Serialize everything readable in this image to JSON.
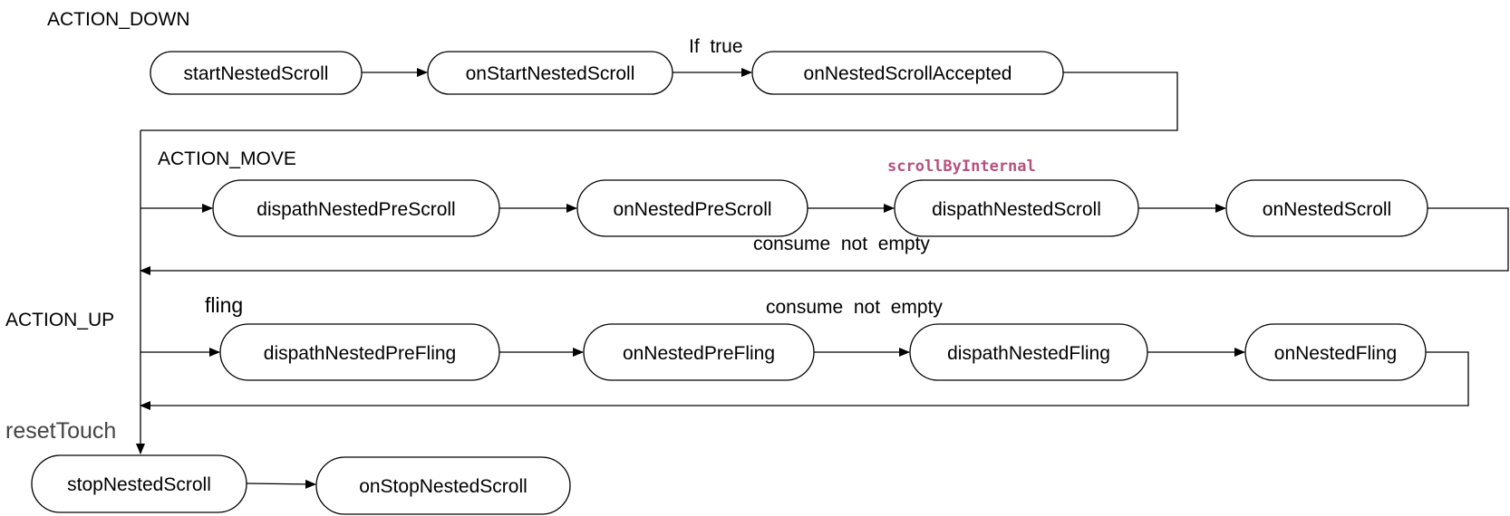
{
  "sections": {
    "down": "ACTION_DOWN",
    "move": "ACTION_MOVE",
    "up": "ACTION_UP"
  },
  "labels": {
    "if_true": "If  true",
    "scroll_by_internal": "scrollByInternal",
    "consume_move": "consume  not  empty",
    "fling": "fling",
    "consume_fling": "consume  not  empty",
    "reset_touch": "resetTouch"
  },
  "nodes": {
    "start_nested_scroll": "startNestedScroll",
    "on_start_nested_scroll": "onStartNestedScroll",
    "on_nested_scroll_accepted": "onNestedScrollAccepted",
    "dispatch_nested_pre_scroll": "dispathNestedPreScroll",
    "on_nested_pre_scroll": "onNestedPreScroll",
    "dispatch_nested_scroll": "dispathNestedScroll",
    "on_nested_scroll": "onNestedScroll",
    "dispatch_nested_pre_fling": "dispathNestedPreFling",
    "on_nested_pre_fling": "onNestedPreFling",
    "dispatch_nested_fling": "dispathNestedFling",
    "on_nested_fling": "onNestedFling",
    "stop_nested_scroll": "stopNestedScroll",
    "on_stop_nested_scroll": "onStopNestedScroll"
  },
  "colors": {
    "mono_label": "#b5517e",
    "stroke": "#000000"
  }
}
